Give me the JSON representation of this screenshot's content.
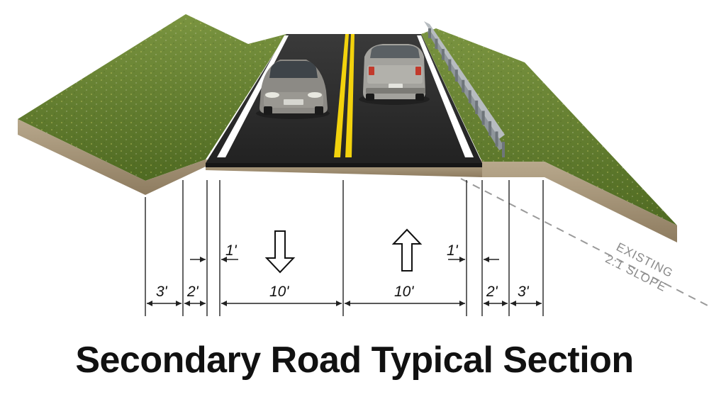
{
  "title": "Secondary Road Typical Section",
  "slope_note": {
    "line1": "EXISTING",
    "line2": "2:1 SLOPE"
  },
  "dimensions": {
    "shoulder_left": "3'",
    "ditch_left": "2'",
    "edge_left": "1'",
    "lane_left": "10'",
    "lane_right": "10'",
    "edge_right": "1'",
    "ditch_right": "2'",
    "shoulder_right": "3'"
  },
  "colors": {
    "grass": "#5e7a2c",
    "soil": "#a69478",
    "asphalt": "#2a2a2a",
    "center_line": "#f2d20d",
    "edge_line": "#ffffff"
  }
}
